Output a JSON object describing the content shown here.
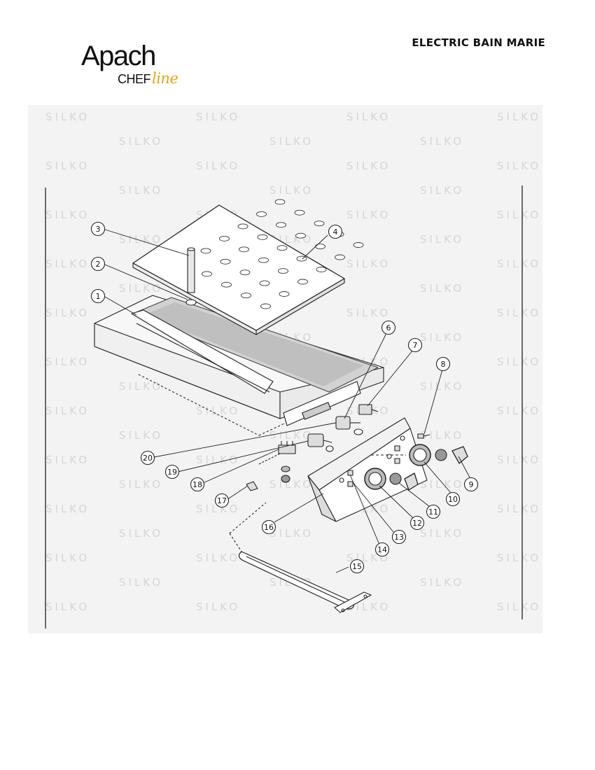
{
  "header": {
    "brand": "Apach",
    "brand_sub": "CHEF",
    "brand_sub_script": "line",
    "document_title": "ELECTRIC BAIN MARIE"
  },
  "watermark": {
    "text": "SILKO"
  },
  "diagram": {
    "part_numbers": [
      "1",
      "2",
      "3",
      "4",
      "6",
      "7",
      "8",
      "9",
      "10",
      "11",
      "12",
      "13",
      "14",
      "15",
      "16",
      "17",
      "18",
      "19",
      "20"
    ]
  },
  "colors": {
    "brand_accent": "#e0a51c",
    "line": "#222222",
    "watermark_bg": "#f3f3f3",
    "watermark_text": "#d8d8d8"
  }
}
